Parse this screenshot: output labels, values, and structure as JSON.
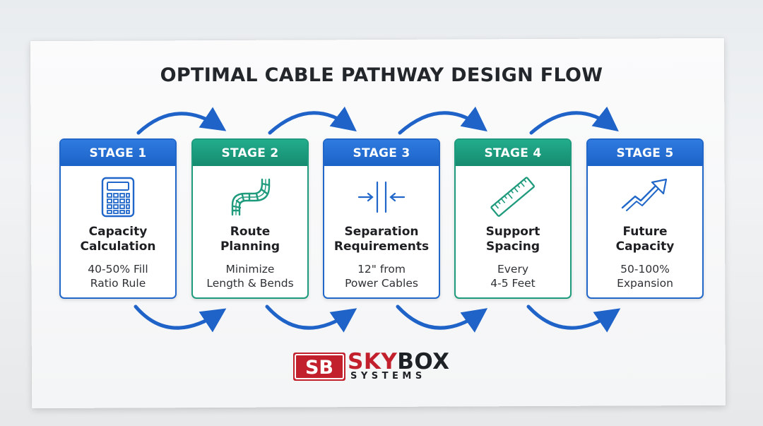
{
  "title": "OPTIMAL CABLE PATHWAY DESIGN FLOW",
  "colors": {
    "blue": "#2167c9",
    "green": "#1e9a7c",
    "brand_red": "#c2202c",
    "dark": "#1e2125"
  },
  "stages": [
    {
      "label": "STAGE 1",
      "heading_lines": [
        "Capacity",
        "Calculation"
      ],
      "desc_lines": [
        "40-50% Fill",
        "Ratio Rule"
      ],
      "icon": "calculator-icon",
      "color": "blue"
    },
    {
      "label": "STAGE 2",
      "heading_lines": [
        "Route",
        "Planning"
      ],
      "desc_lines": [
        "Minimize",
        "Length & Bends"
      ],
      "icon": "cable-route-icon",
      "color": "green"
    },
    {
      "label": "STAGE 3",
      "heading_lines": [
        "Separation",
        "Requirements"
      ],
      "desc_lines": [
        "12\" from",
        "Power Cables"
      ],
      "icon": "separation-icon",
      "color": "blue"
    },
    {
      "label": "STAGE 4",
      "heading_lines": [
        "Support",
        "Spacing"
      ],
      "desc_lines": [
        "Every",
        "4-5 Feet"
      ],
      "icon": "ruler-icon",
      "color": "green"
    },
    {
      "label": "STAGE 5",
      "heading_lines": [
        "Future",
        "Capacity"
      ],
      "desc_lines": [
        "50-100%",
        "Expansion"
      ],
      "icon": "trend-up-icon",
      "color": "blue"
    }
  ],
  "logo": {
    "monogram": "SB",
    "word_1": "SKY",
    "word_2": "BOX",
    "subtitle": "SYSTEMS"
  }
}
